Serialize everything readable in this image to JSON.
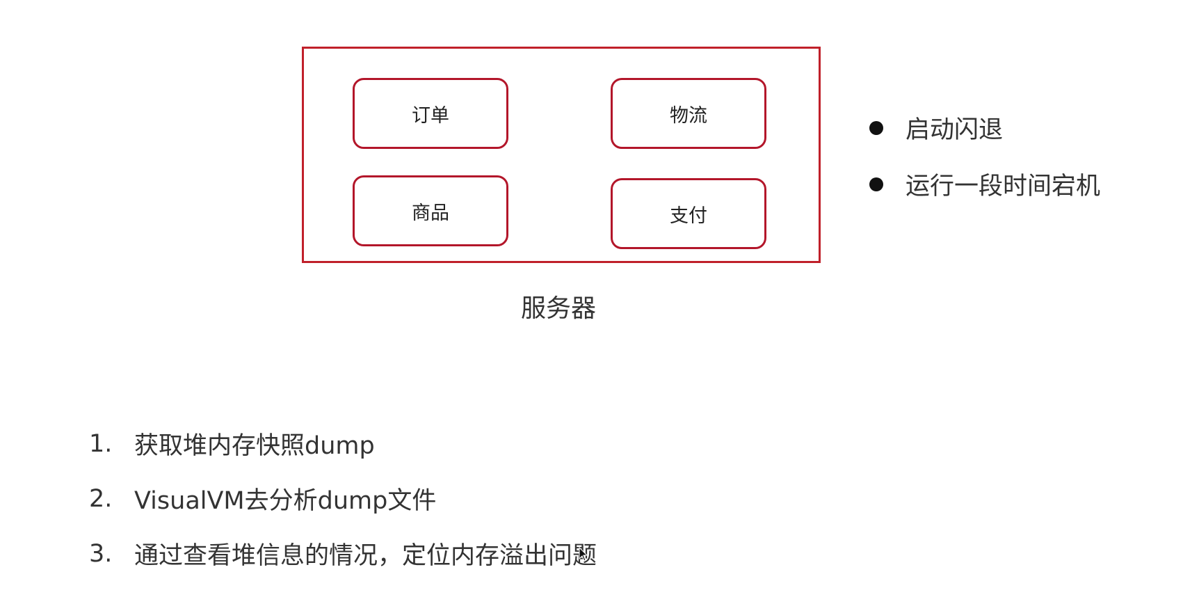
{
  "diagram": {
    "services": [
      "订单",
      "物流",
      "商品",
      "支付"
    ],
    "caption": "服务器",
    "colors": {
      "border": "#c0202a"
    }
  },
  "symptoms": [
    "启动闪退",
    "运行一段时间宕机"
  ],
  "steps": [
    {
      "num": "1.",
      "text": "获取堆内存快照dump"
    },
    {
      "num": "2.",
      "text": "VisualVM去分析dump文件"
    },
    {
      "num": "3.",
      "text": "通过查看堆信息的情况，定位内存溢出问题"
    }
  ]
}
